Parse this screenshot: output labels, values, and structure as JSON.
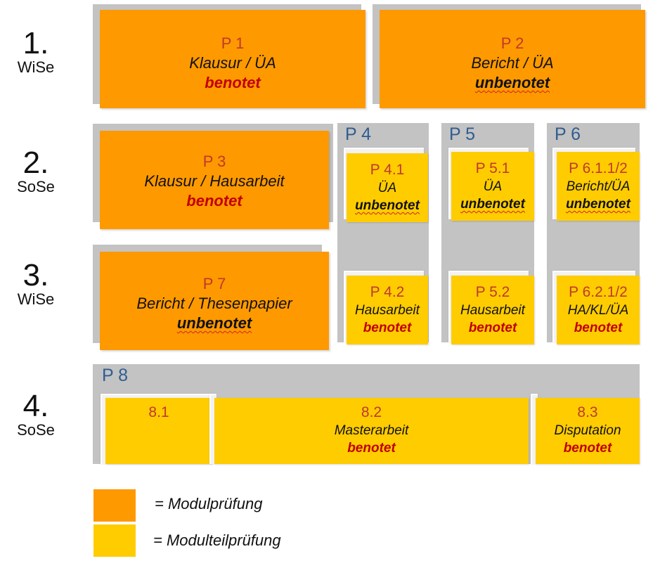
{
  "semesters": [
    {
      "number": "1.",
      "label": "WiSe"
    },
    {
      "number": "2.",
      "label": "SoSe"
    },
    {
      "number": "3.",
      "label": "WiSe"
    },
    {
      "number": "4.",
      "label": "SoSe"
    }
  ],
  "modules": {
    "p1": {
      "code": "P 1",
      "type": "Klausur / ÜA",
      "grading": "benotet"
    },
    "p2": {
      "code": "P 2",
      "type": "Bericht / ÜA",
      "grading": "unbenotet"
    },
    "p3": {
      "code": "P 3",
      "type": "Klausur / Hausarbeit",
      "grading": "benotet"
    },
    "p7": {
      "code": "P 7",
      "type": "Bericht / Thesenpapier",
      "grading": "unbenotet"
    }
  },
  "groups": {
    "p4": {
      "title": "P 4",
      "parts": [
        {
          "code": "P 4.1",
          "type": "ÜA",
          "grading": "unbenotet"
        },
        {
          "code": "P 4.2",
          "type": "Hausarbeit",
          "grading": "benotet"
        }
      ]
    },
    "p5": {
      "title": "P 5",
      "parts": [
        {
          "code": "P 5.1",
          "type": "ÜA",
          "grading": "unbenotet"
        },
        {
          "code": "P 5.2",
          "type": "Hausarbeit",
          "grading": "benotet"
        }
      ]
    },
    "p6": {
      "title": "P 6",
      "parts": [
        {
          "code": "P 6.1.1/2",
          "type": "Bericht/ÜA",
          "grading": "unbenotet"
        },
        {
          "code": "P 6.2.1/2",
          "type": "HA/KL/ÜA",
          "grading": "benotet"
        }
      ]
    },
    "p8": {
      "title": "P 8",
      "parts": [
        {
          "code": "8.1",
          "type": "",
          "grading": ""
        },
        {
          "code": "8.2",
          "type": "Masterarbeit",
          "grading": "benotet"
        },
        {
          "code": "8.3",
          "type": "Disputation",
          "grading": "benotet"
        }
      ]
    }
  },
  "legend": {
    "modulpruefung": {
      "label": "= Modulprüfung",
      "color": "#ff9900"
    },
    "modulteilpruefung": {
      "label": "= Modulteilprüfung",
      "color": "#ffcc00"
    }
  }
}
